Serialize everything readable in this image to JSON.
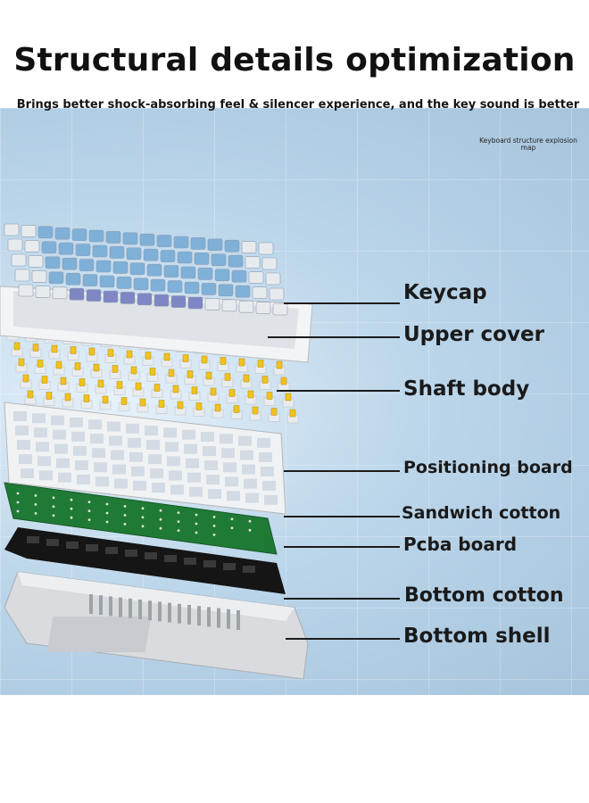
{
  "title": "Structural details optimization",
  "subtitle": "Brings better shock-absorbing feel & silencer experience, and the key sound is better",
  "note": "Keyboard structure explosion map",
  "layers": [
    {
      "id": "keycap",
      "label": "Keycap"
    },
    {
      "id": "upper-cover",
      "label": "Upper cover"
    },
    {
      "id": "shaft-body",
      "label": "Shaft body"
    },
    {
      "id": "positioning-board",
      "label": "Positioning board"
    },
    {
      "id": "sandwich-cotton",
      "label": "Sandwich cotton"
    },
    {
      "id": "pcba-board",
      "label": "Pcba board"
    },
    {
      "id": "bottom-cotton",
      "label": "Bottom cotton"
    },
    {
      "id": "bottom-shell",
      "label": "Bottom shell"
    }
  ],
  "colors": {
    "keycap_light": "#e8ebee",
    "keycap_blue": "#7fb0d8",
    "keycap_purple": "#7f86c4",
    "switch_yellow": "#f2c21c",
    "pcb_green": "#1f7a35",
    "foam_black": "#141414",
    "shell_gray": "#d4d6d9"
  }
}
